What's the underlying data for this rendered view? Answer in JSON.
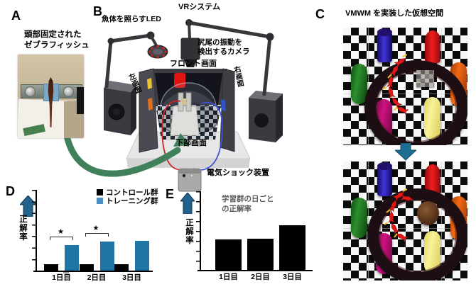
{
  "figure": {
    "panel_a": {
      "label": "A",
      "caption": "頭部固定された\nゼブラフィッシュ"
    },
    "panel_b": {
      "label": "B",
      "title": "VRシステム",
      "led_label": "魚体を照らすLED",
      "camera_label": "尻尾の振動を\n検出するカメラ",
      "front_screen_label": "フロント画面",
      "left_screen_label": "左画面",
      "right_screen_label": "右画面",
      "bottom_screen_label": "下部画面",
      "shock_device_label": "電気ショック装置"
    },
    "panel_c": {
      "label": "C",
      "title": "VMWM を実装した仮想空間"
    },
    "panel_d": {
      "label": "D"
    },
    "panel_e": {
      "label": "E"
    }
  },
  "chart_data": [
    {
      "type": "bar",
      "panel": "D",
      "categories": [
        "1日目",
        "2日目",
        "3日目"
      ],
      "series": [
        {
          "name": "コントロール群",
          "color": "#000000",
          "values": [
            0.08,
            0.08,
            0.08
          ]
        },
        {
          "name": "トレーニング群",
          "color": "#1f76a6",
          "values": [
            0.32,
            0.36,
            0.37
          ]
        }
      ],
      "ylabel": "正解率",
      "ylim": [
        0,
        1
      ],
      "grid": false,
      "legend_position": "top-right",
      "significance": [
        {
          "group_index": 0,
          "marker": "★"
        },
        {
          "group_index": 1,
          "marker": "★"
        }
      ]
    },
    {
      "type": "bar",
      "panel": "E",
      "title": "学習群の日ごと\nの正解率",
      "categories": [
        "1日目",
        "2日目",
        "3日目"
      ],
      "values": [
        0.39,
        0.4,
        0.57
      ],
      "color": "#000000",
      "ylabel": "正解率",
      "ylim": [
        0,
        1
      ],
      "grid": false
    }
  ],
  "colors": {
    "bar_blue": "#1f76a6",
    "legend_blue": "#4a8fc8",
    "progress_arrow_blue": "#1e6e94",
    "up_arrow_blue": "#21638c",
    "green_transfer_arrow": "#40805a",
    "wire_red": "#cc2525",
    "wire_blue": "#4053d6"
  }
}
